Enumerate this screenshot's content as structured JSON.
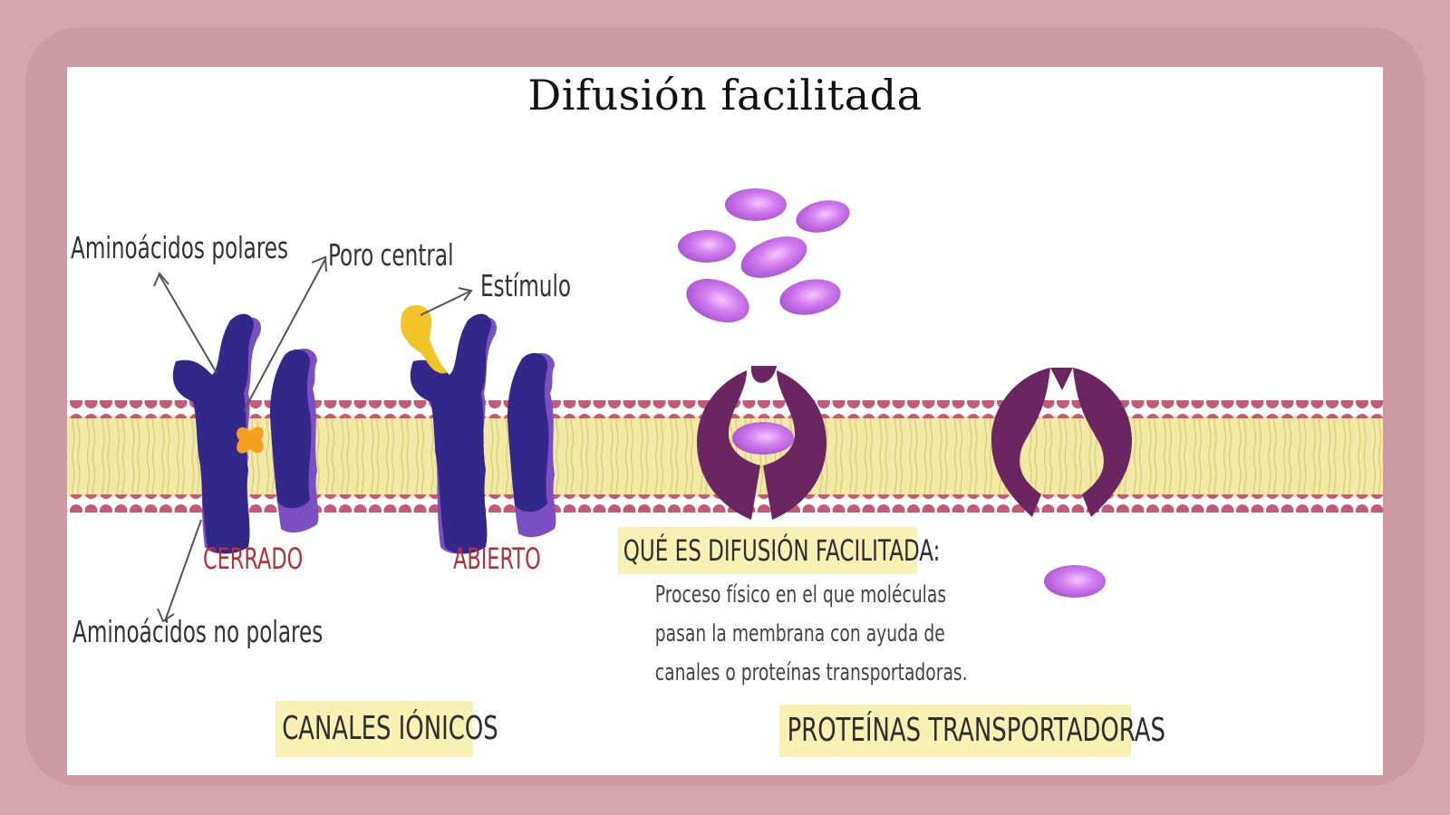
{
  "slide": {
    "title": "Difusión facilitada"
  },
  "labels": {
    "polar": "Aminoácidos polares",
    "pore": "Poro central",
    "stimulus": "Estímulo",
    "nonpolar": "Aminoácidos no polares",
    "closed": "CERRADO",
    "open": "ABIERTO"
  },
  "definition": {
    "heading": "QUÉ ES DIFUSIÓN FACILITADA:",
    "line1": "Proceso físico en el que moléculas",
    "line2": "pasan la membrana con ayuda de",
    "line3": "canales o proteínas transportadoras."
  },
  "sections": {
    "ion_channels": "CANALES IÓNICOS",
    "carriers": "PROTEÍNAS TRANSPORTADORAS"
  },
  "colors": {
    "frame": "#cd9aa3",
    "protein_channel": "#3a2a8c",
    "protein_carrier": "#6b2560",
    "molecule": "#c46be0",
    "membrane_head": "#c45a7a",
    "membrane_tail": "#f3e9a6",
    "state_text": "#b5303c",
    "highlight": "#f7f1b4",
    "stimulus": "#f2c428",
    "ion": "#f5a020"
  }
}
